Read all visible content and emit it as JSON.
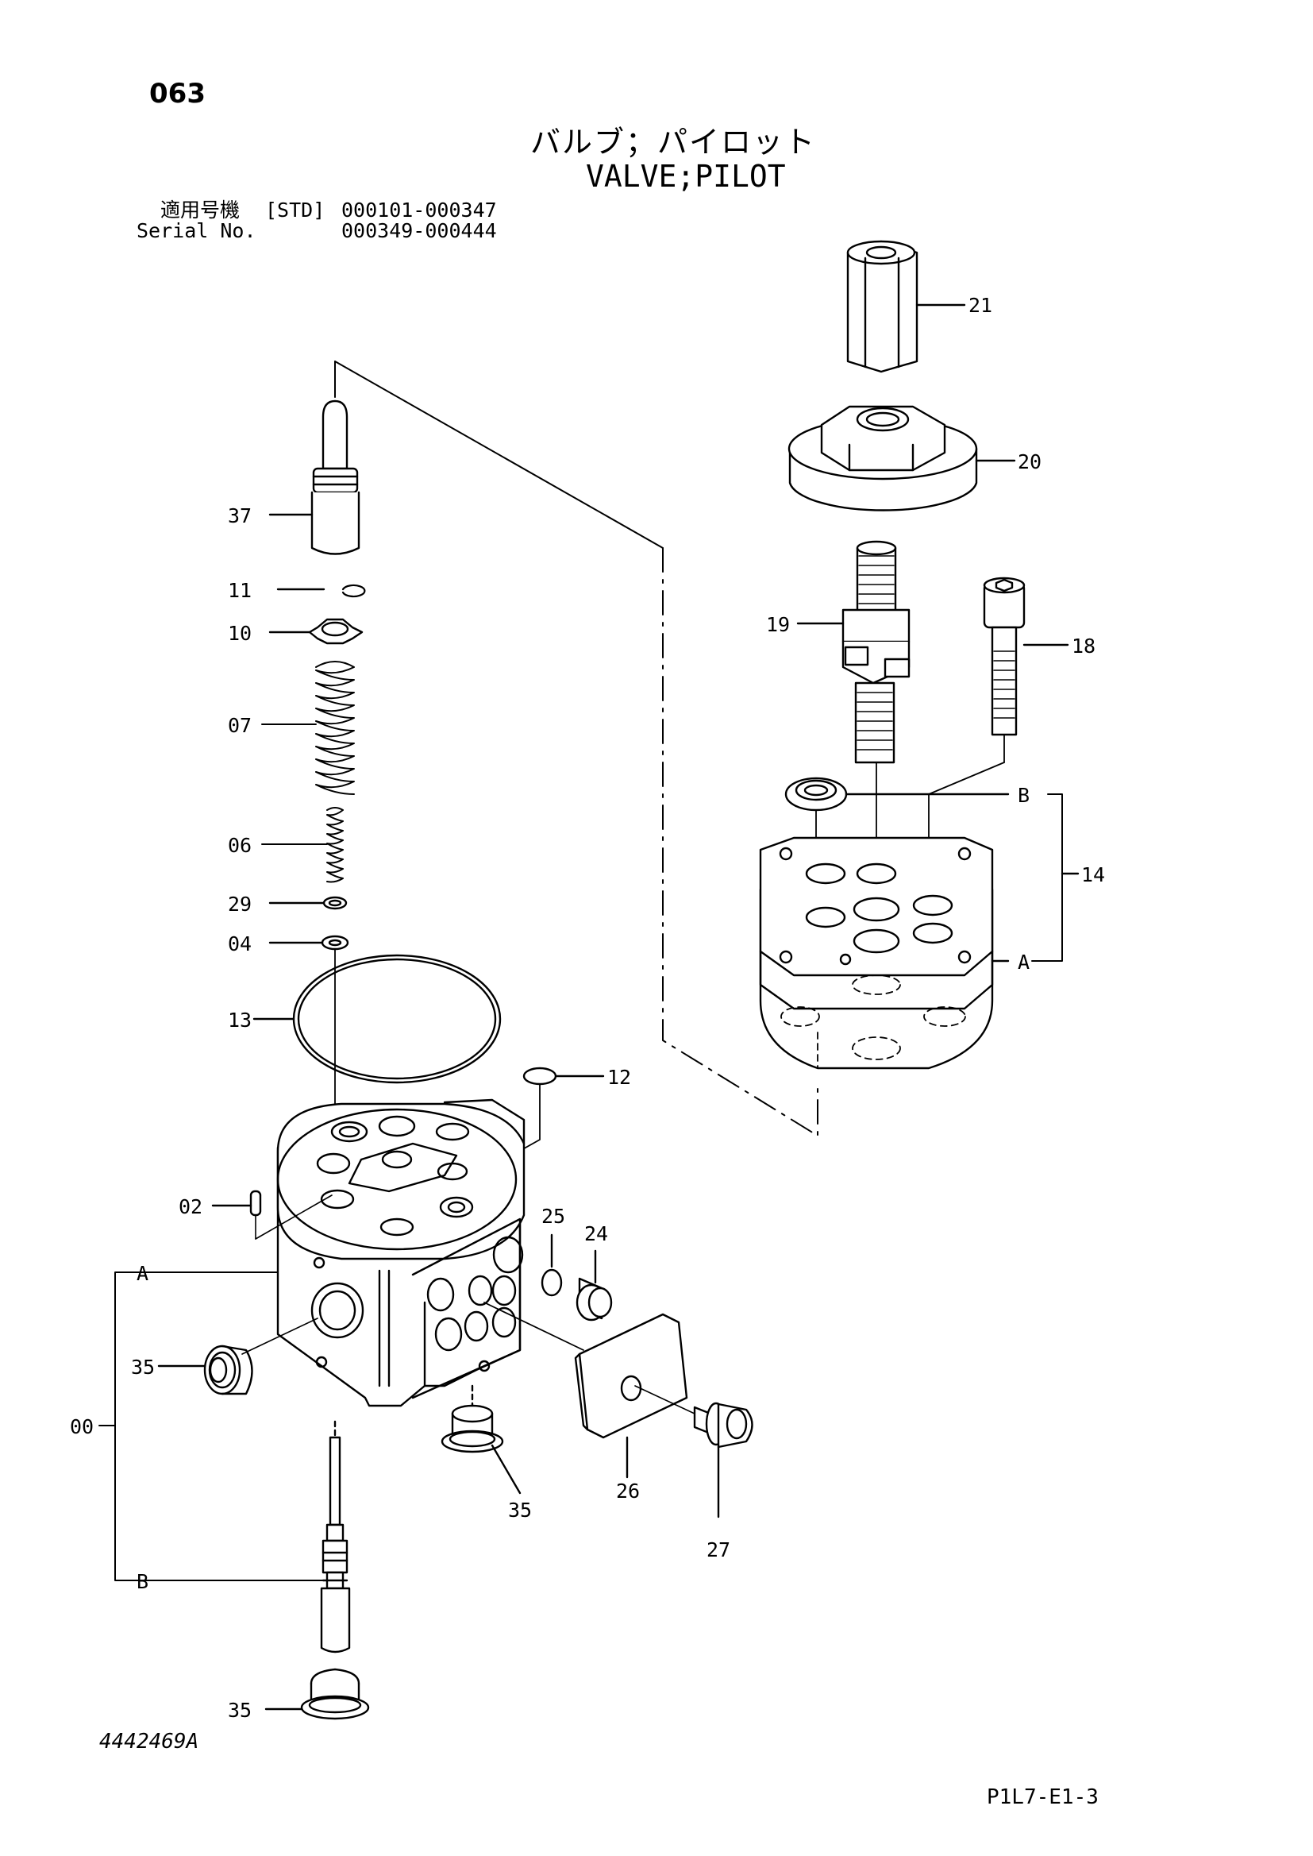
{
  "header": {
    "page_number": "063",
    "title_jp": "バルブ；パイロット",
    "title_en": "VALVE;PILOT",
    "serial_label_jp": "適用号機",
    "serial_std": "[STD]",
    "serial_range_1": "000101-000347",
    "serial_label_en": "Serial No.",
    "serial_range_2": "000349-000444"
  },
  "footer": {
    "drawing_number": "4442469A",
    "sheet_code": "P1L7-E1-3"
  },
  "callouts": {
    "c21": "21",
    "c20": "20",
    "c19": "19",
    "c18": "18",
    "cB_top": "B",
    "c14": "14",
    "cA_top": "A",
    "c37": "37",
    "c11": "11",
    "c10": "10",
    "c07": "07",
    "c06": "06",
    "c29": "29",
    "c04": "04",
    "c13": "13",
    "c12": "12",
    "c02": "02",
    "c25": "25",
    "c24": "24",
    "cA_left": "A",
    "c35_left": "35",
    "c00": "00",
    "c35_mid": "35",
    "c26": "26",
    "c27": "27",
    "cB_left": "B",
    "c35_bottom": "35"
  }
}
